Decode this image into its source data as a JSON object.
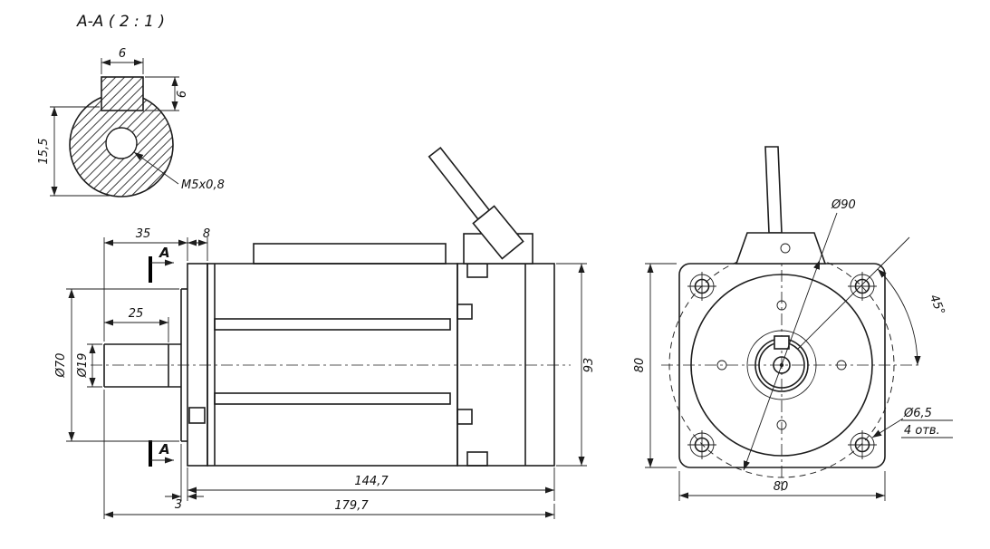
{
  "section_view": {
    "title": "A-A ( 2 : 1 )",
    "dim_key_width": "6",
    "dim_key_height": "6",
    "dim_keyway_depth": "15,5",
    "thread_callout": "M5x0,8"
  },
  "side_view": {
    "section_label": "A",
    "dim_shaft_length": "35",
    "dim_flange_thickness": "8",
    "dim_key_length": "25",
    "dim_pilot_dia": "Ø70",
    "dim_shaft_dia": "Ø19",
    "dim_body_height": "93",
    "dim_body_length": "144,7",
    "dim_pilot_depth": "3",
    "dim_total_length": "179,7"
  },
  "front_view": {
    "dim_bolt_circle": "Ø90",
    "dim_hole_angle": "45°",
    "dim_flange_height": "80",
    "dim_flange_width": "80",
    "note_hole_dia": "Ø6,5",
    "note_hole_count": "4 отв."
  },
  "colors": {
    "line": "#1d1d1d",
    "background": "#ffffff"
  }
}
